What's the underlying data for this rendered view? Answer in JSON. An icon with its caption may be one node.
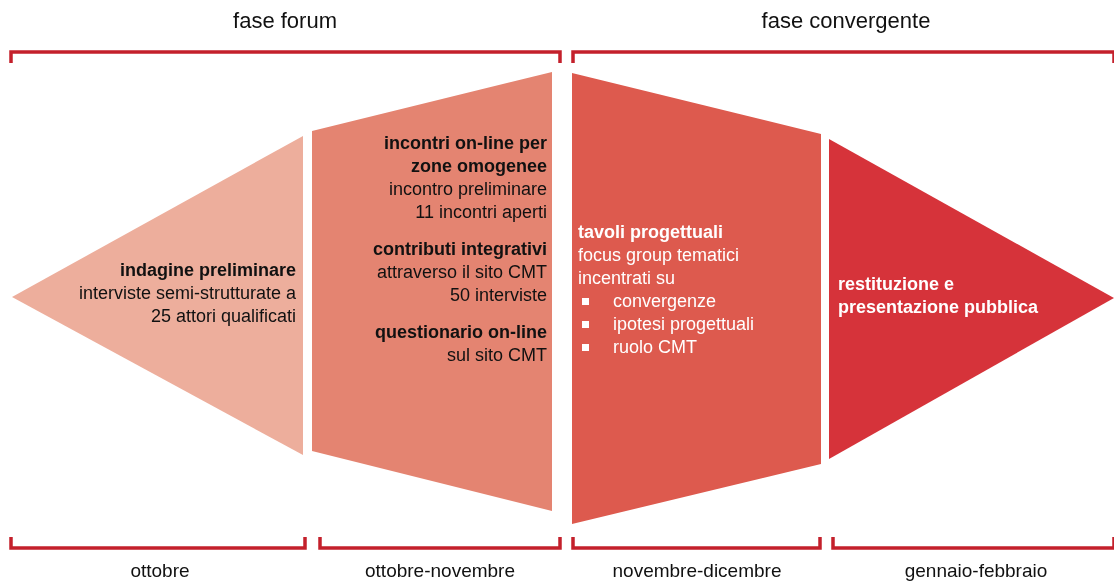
{
  "diagram": {
    "nodes": [
      {
        "text": [
          "indagine preliminare",
          "interviste semi-strutturate a 25 attori qualificati"
        ]
      },
      {
        "text": [
          "incontri on-line per zone omogenee",
          "incontro preliminare",
          "11 incontri aperti",
          "contributi integrativi",
          "attraverso il sito CMT",
          "50 interviste",
          "questionario on-line",
          "sul sito CMT"
        ]
      },
      {
        "text": [
          "tavoli progettuali",
          "focus group tematici incentrati su",
          "convergenze",
          "ipotesi progettuali",
          "ruolo CMT"
        ]
      },
      {
        "text": [
          "restituzione e presentazione pubblica"
        ]
      }
    ],
    "labels": [
      "fase forum",
      "fase convergente",
      "ottobre",
      "ottobre-novembre",
      "novembre-dicembre",
      "gennaio-febbraio"
    ]
  }
}
